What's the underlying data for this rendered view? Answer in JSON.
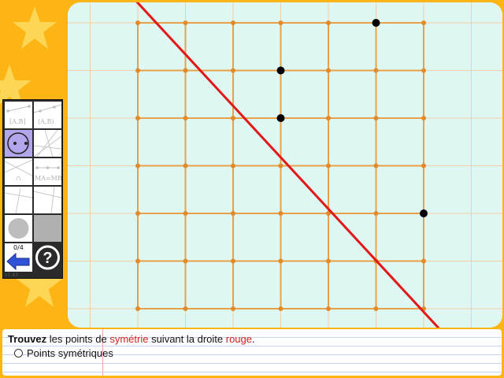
{
  "colors": {
    "background": "#fcb514",
    "board": "#dff7f2",
    "faint_grid": "#f3cfa6",
    "grid": "#e8a04a",
    "grid_dot": "#e08a2a",
    "axis_line": "#e01818",
    "point": "#000000",
    "accent_red": "#d62020",
    "tool_selected": "#b3a6ea",
    "arrow_blue": "#2f52d8"
  },
  "toolbox": {
    "tools": [
      {
        "icon": "segment-icon",
        "label": "[A,B]"
      },
      {
        "icon": "line-icon",
        "label": "(A,B)"
      },
      {
        "icon": "circle-icon",
        "label": "",
        "selected": true
      },
      {
        "icon": "lines-icon",
        "label": ""
      },
      {
        "icon": "intersection-icon",
        "label": "∩"
      },
      {
        "icon": "midpoint-icon",
        "label": "MA=MB"
      },
      {
        "icon": "perpendicular-icon",
        "label": ""
      },
      {
        "icon": "parallel-icon",
        "label": ""
      },
      {
        "icon": "fill-circle-icon",
        "label": ""
      },
      {
        "icon": "fill-square-icon",
        "label": ""
      }
    ],
    "counter": "0/4",
    "version": "v1.43",
    "back_icon": "back-arrow-icon",
    "help_icon": "help-icon"
  },
  "grid": {
    "cols": 6,
    "rows": 6,
    "points": [
      [
        5,
        0
      ],
      [
        3,
        1
      ],
      [
        3,
        2
      ],
      [
        6,
        4
      ]
    ],
    "line": {
      "from": [
        -1,
        -1.5
      ],
      "to": [
        6.4,
        6.5
      ]
    }
  },
  "instruction": {
    "bold": "Trouvez",
    "part1": " les points de ",
    "highlight1": "symétrie",
    "part2": " suivant la droite ",
    "highlight2": "rouge",
    "end": "."
  },
  "option": {
    "label": "Points symétriques"
  }
}
